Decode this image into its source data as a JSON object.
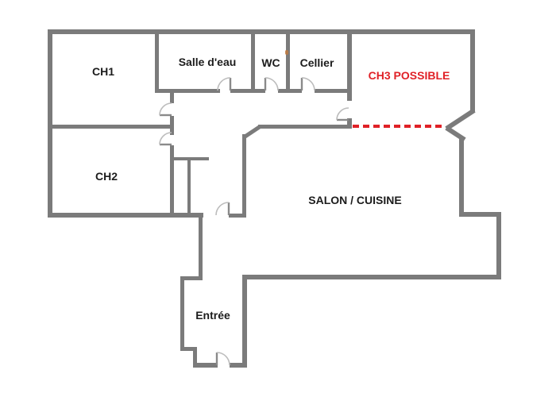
{
  "colors": {
    "background": "#ffffff",
    "wall": "#7b7b7b",
    "text": "#1c1c1c",
    "accent_red": "#e02127",
    "door_arc": "#bcbcbc",
    "door_leaf": "#8a8a8a",
    "artifact_orange": "#c07a3f"
  },
  "rooms": [
    {
      "id": "ch1",
      "label": "CH1"
    },
    {
      "id": "salle-deau",
      "label": "Salle d'eau"
    },
    {
      "id": "wc",
      "label": "WC"
    },
    {
      "id": "cellier",
      "label": "Cellier"
    },
    {
      "id": "ch3-possible",
      "label": "CH3 POSSIBLE",
      "highlight": "accent_red"
    },
    {
      "id": "ch2",
      "label": "CH2"
    },
    {
      "id": "salon-cuisine",
      "label": "SALON / CUISINE"
    },
    {
      "id": "entree",
      "label": "Entrée"
    }
  ],
  "annotations": {
    "possible_partition": {
      "type": "dashed-line",
      "color": "#e02127",
      "meaning": "CH3 POSSIBLE partition"
    }
  }
}
